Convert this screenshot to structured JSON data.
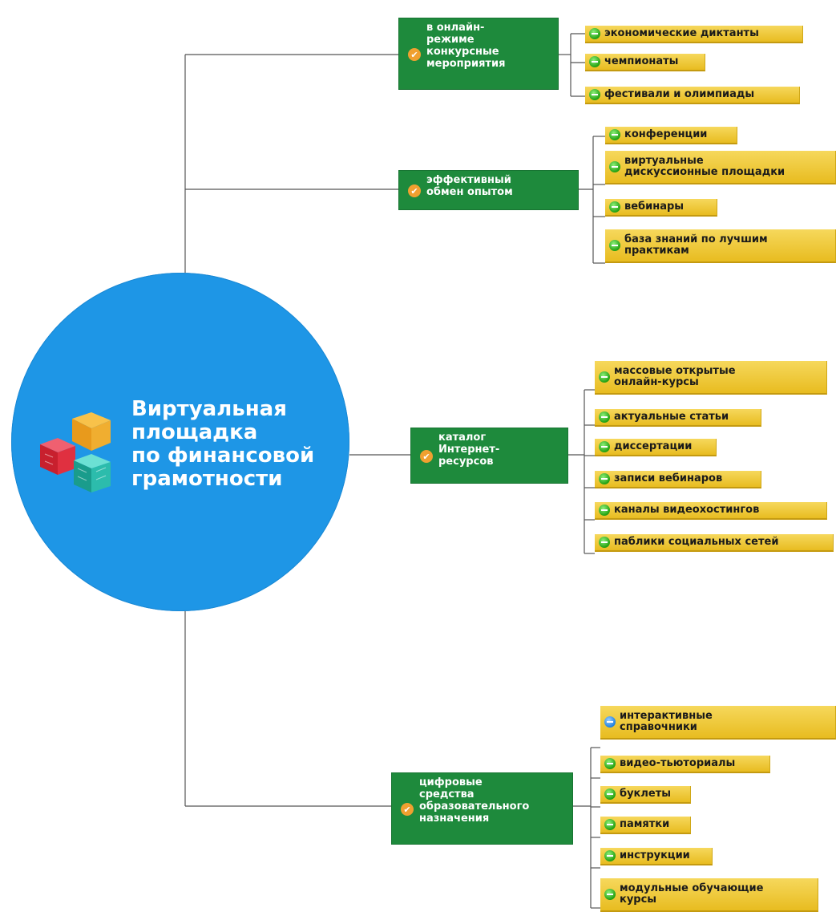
{
  "center": {
    "title": "Виртуальная\nплощадка\nпо финансовой\nграмотности",
    "logo": "cubes-icon"
  },
  "branches": [
    {
      "label": "в онлайн-\nрежиме\nконкурсные\nмероприятия",
      "icon": "check-icon",
      "children": [
        {
          "label": "экономические диктанты"
        },
        {
          "label": "чемпионаты"
        },
        {
          "label": "фестивали и олимпиады"
        }
      ]
    },
    {
      "label": "эффективный\nобмен опытом",
      "icon": "check-icon",
      "children": [
        {
          "label": "конференции"
        },
        {
          "label": "виртуальные\nдискуссионные площадки"
        },
        {
          "label": "вебинары"
        },
        {
          "label": "база знаний по лучшим\nпрактикам"
        }
      ]
    },
    {
      "label": "каталог\nИнтернет-\nресурсов",
      "icon": "check-icon",
      "children": [
        {
          "label": "массовые открытые\nонлайн-курсы"
        },
        {
          "label": "актуальные статьи"
        },
        {
          "label": "диссертации"
        },
        {
          "label": "записи вебинаров"
        },
        {
          "label": "каналы видеохостингов"
        },
        {
          "label": "паблики социальных сетей"
        }
      ]
    },
    {
      "label": "цифровые\nсредства\nобразовательного\nназначения",
      "icon": "check-icon",
      "children": [
        {
          "label": "интерактивные\nсправочники",
          "bullet": "blue"
        },
        {
          "label": "видео-тьюториалы"
        },
        {
          "label": "буклеты"
        },
        {
          "label": "памятки"
        },
        {
          "label": "инструкции"
        },
        {
          "label": "модульные обучающие\nкурсы"
        }
      ]
    }
  ],
  "colors": {
    "circle": "#1e96e6",
    "branch": "#1e8a3c",
    "leaf": "#f0cc3a",
    "check": "#f0a030",
    "bullet": "#22a012"
  }
}
